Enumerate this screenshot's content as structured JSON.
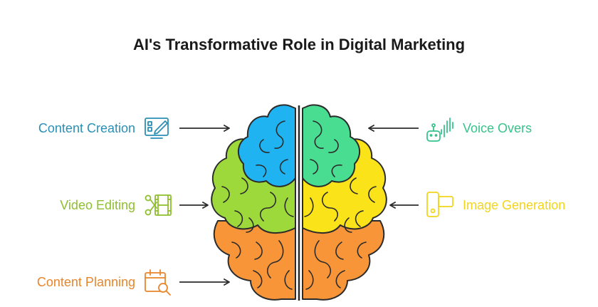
{
  "title": "AI's Transformative Role in Digital Marketing",
  "items": [
    {
      "label": "Content Creation",
      "icon": "content-creation-icon",
      "color": "#2b8fb5"
    },
    {
      "label": "Video Editing",
      "icon": "video-editing-icon",
      "color": "#8fbf2e"
    },
    {
      "label": "Content Planning",
      "icon": "content-planning-icon",
      "color": "#e8862b"
    },
    {
      "label": "Voice Overs",
      "icon": "voice-overs-icon",
      "color": "#37c38b"
    },
    {
      "label": "Image Generation",
      "icon": "image-generation-icon",
      "color": "#f1d51d"
    }
  ],
  "brain_colors": {
    "blue": "#1fb3f2",
    "green": "#49dd91",
    "lime": "#9ed93b",
    "yellow": "#fbe319",
    "orange": "#f79538",
    "outline": "#2b2b2b"
  }
}
